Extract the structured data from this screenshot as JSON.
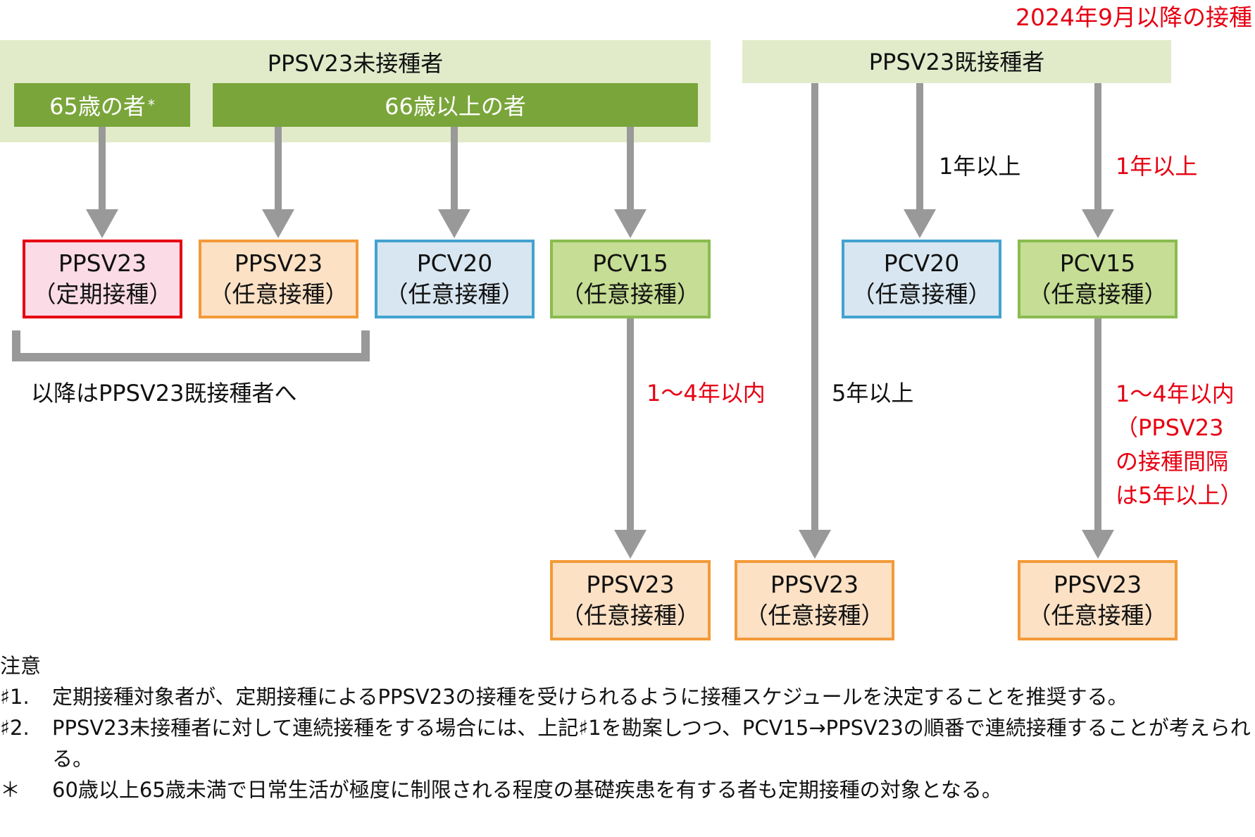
{
  "header": {
    "title": "2024年9月以降の接種"
  },
  "colors": {
    "accent_red": "#e60012",
    "panel_green_light": "#e1ebca",
    "group_green": "#7aa53a",
    "arrow_gray": "#999999"
  },
  "groups": {
    "unvaccinated": {
      "label": "PPSV23未接種者",
      "subgroups": [
        {
          "label": "65歳の者",
          "mark": "*"
        },
        {
          "label": "66歳以上の者"
        }
      ]
    },
    "vaccinated": {
      "label": "PPSV23既接種者"
    }
  },
  "vaccine_boxes": {
    "row1": [
      {
        "name": "PPSV23",
        "type": "（定期接種）",
        "style": "red"
      },
      {
        "name": "PPSV23",
        "type": "（任意接種）",
        "style": "orange"
      },
      {
        "name": "PCV20",
        "type": "（任意接種）",
        "style": "blue"
      },
      {
        "name": "PCV15",
        "type": "（任意接種）",
        "style": "green"
      },
      {
        "name": "PCV20",
        "type": "（任意接種）",
        "style": "blue"
      },
      {
        "name": "PCV15",
        "type": "（任意接種）",
        "style": "green"
      }
    ],
    "row2": [
      {
        "name": "PPSV23",
        "type": "（任意接種）",
        "style": "orange"
      },
      {
        "name": "PPSV23",
        "type": "（任意接種）",
        "style": "orange"
      },
      {
        "name": "PPSV23",
        "type": "（任意接種）",
        "style": "orange"
      }
    ]
  },
  "bracket_label": "以降はPPSV23既接種者へ",
  "intervals": {
    "pcv20_after_ppsv23": "1年以上",
    "pcv15_after_ppsv23": "1年以上",
    "ppsv23_after_pcv15_left": "1〜4年以内",
    "ppsv23_after_ppsv23": "5年以上",
    "ppsv23_after_pcv15_right": [
      "1〜4年以内",
      "（PPSV23",
      "の接種間隔",
      "は5年以上）"
    ]
  },
  "notes": {
    "heading": "注意",
    "items": [
      {
        "mark": "♯1.",
        "text": "定期接種対象者が、定期接種によるPPSV23の接種を受けられるように接種スケジュールを決定することを推奨する。"
      },
      {
        "mark": "♯2.",
        "text": "PPSV23未接種者に対して連続接種をする場合には、上記♯1を勘案しつつ、PCV15→PPSV23の順番で連続接種することが考えられる。"
      },
      {
        "mark": "＊",
        "text": "60歳以上65歳未満で日常生活が極度に制限される程度の基礎疾患を有する者も定期接種の対象となる。"
      }
    ]
  }
}
